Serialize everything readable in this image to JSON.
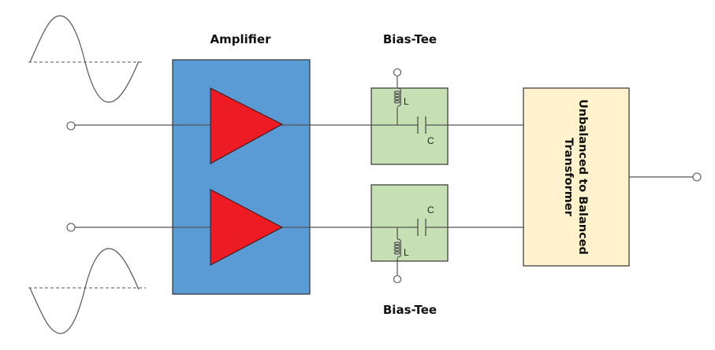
{
  "diagram": {
    "amplifier": {
      "label": "Amplifier",
      "fill": "#5b9bd5",
      "triangle_fill": "#ed1c24"
    },
    "bias_tee_top": {
      "label": "Bias-Tee",
      "inductor_label": "L",
      "capacitor_label": "C",
      "fill": "#c6e0b4"
    },
    "bias_tee_bottom": {
      "label": "Bias-Tee",
      "inductor_label": "L",
      "capacitor_label": "C",
      "fill": "#c6e0b4"
    },
    "transformer": {
      "line1": "Unbalanced to Balanced",
      "line2": "Transformer",
      "fill": "#fff2cc"
    },
    "waveforms": [
      {
        "name": "top-input-sine",
        "phase": "positive-first"
      },
      {
        "name": "bottom-input-sine",
        "phase": "negative-first"
      }
    ]
  }
}
